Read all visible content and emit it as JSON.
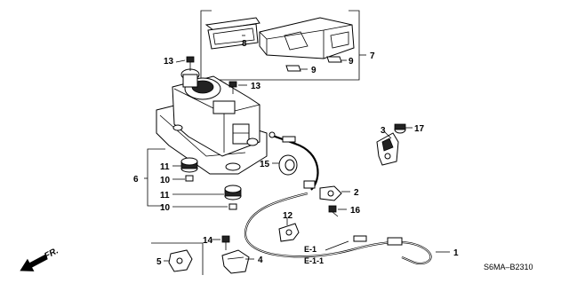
{
  "diagram": {
    "labels": {
      "p1": "1",
      "p2": "2",
      "p3": "3",
      "p4": "4",
      "p5": "5",
      "p6": "6",
      "p7": "7",
      "p8": "8",
      "p9a": "9",
      "p9b": "9",
      "p10a": "10",
      "p10b": "10",
      "p11a": "11",
      "p11b": "11",
      "p12": "12",
      "p13a": "13",
      "p13b": "13",
      "p14": "14",
      "p15": "15",
      "p16": "16",
      "p17": "17"
    },
    "refs": {
      "e1": "E-1",
      "e11": "E-1-1"
    },
    "front_arrow": "FR.",
    "code": "S6MA–B2310"
  }
}
